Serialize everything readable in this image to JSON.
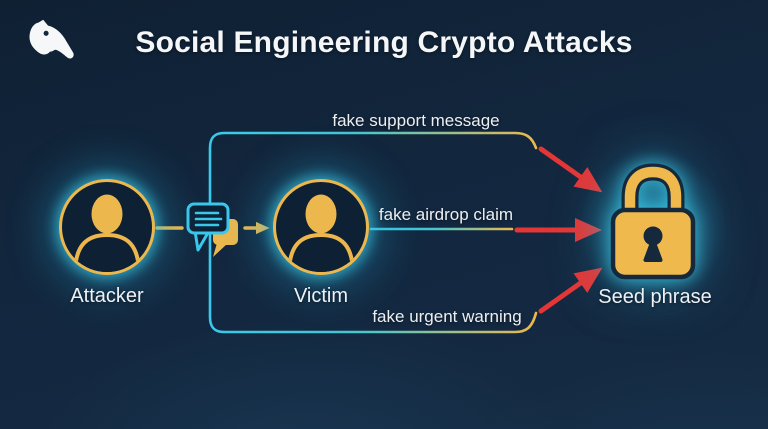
{
  "header": {
    "title": "Social Engineering Crypto Attacks",
    "logo": "tapir-logo"
  },
  "nodes": {
    "attacker": {
      "label": "Attacker",
      "icon": "person-avatar"
    },
    "victim": {
      "label": "Victim",
      "icon": "person-avatar"
    },
    "seed_phrase": {
      "label": "Seed phrase",
      "icon": "padlock"
    }
  },
  "connectors": {
    "attacker_to_victim": {
      "icon": "chat-bubbles"
    },
    "top": {
      "label": "fake support message"
    },
    "middle": {
      "label": "fake airdrop claim"
    },
    "bottom": {
      "label": "fake urgent warning"
    }
  },
  "colors": {
    "background": "#132840",
    "cyan": "#3bc8ea",
    "gold": "#ecb84e",
    "red": "#e43636",
    "outline_dark": "#16293c",
    "text": "#f0f3f6"
  }
}
